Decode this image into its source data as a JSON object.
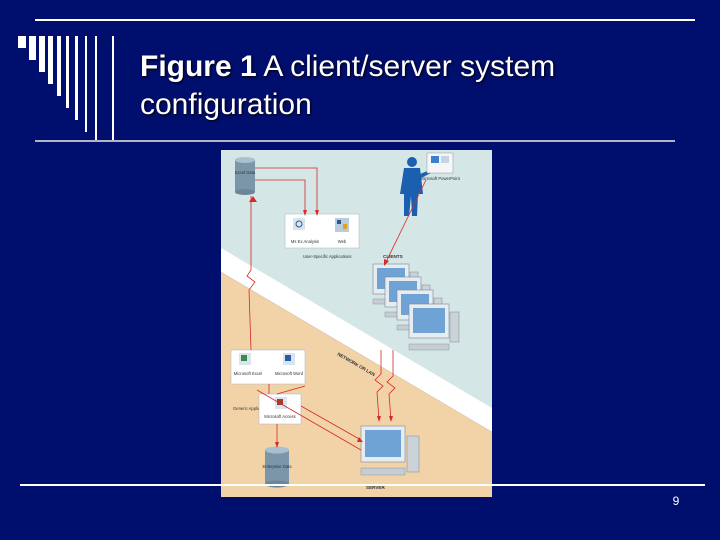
{
  "slide": {
    "title_bold": "Figure 1",
    "title_rest": " A client/server system configuration",
    "page_number": "9"
  },
  "figure": {
    "labels": {
      "cylinder_top": "Excel Data",
      "powerpoint": "Microsoft PowerPoint",
      "icon_a": "Ms Ex Analysis",
      "icon_b": "Web",
      "user_specific": "User-Specific Applications",
      "clients": "CLIENTS",
      "network": "NETWORK OR LAN",
      "icon_c": "Microsoft Excel",
      "icon_d": "Microsoft Word",
      "generic": "Generic Applications",
      "access": "Microsoft Access",
      "cylinder_bottom": "Enterprise Data",
      "server": "SERVER"
    }
  },
  "colors": {
    "background": "#000e6e",
    "zone_top": "#d4e6e6",
    "zone_bottom": "#f2d3a8",
    "arrow": "#d42a2a"
  }
}
